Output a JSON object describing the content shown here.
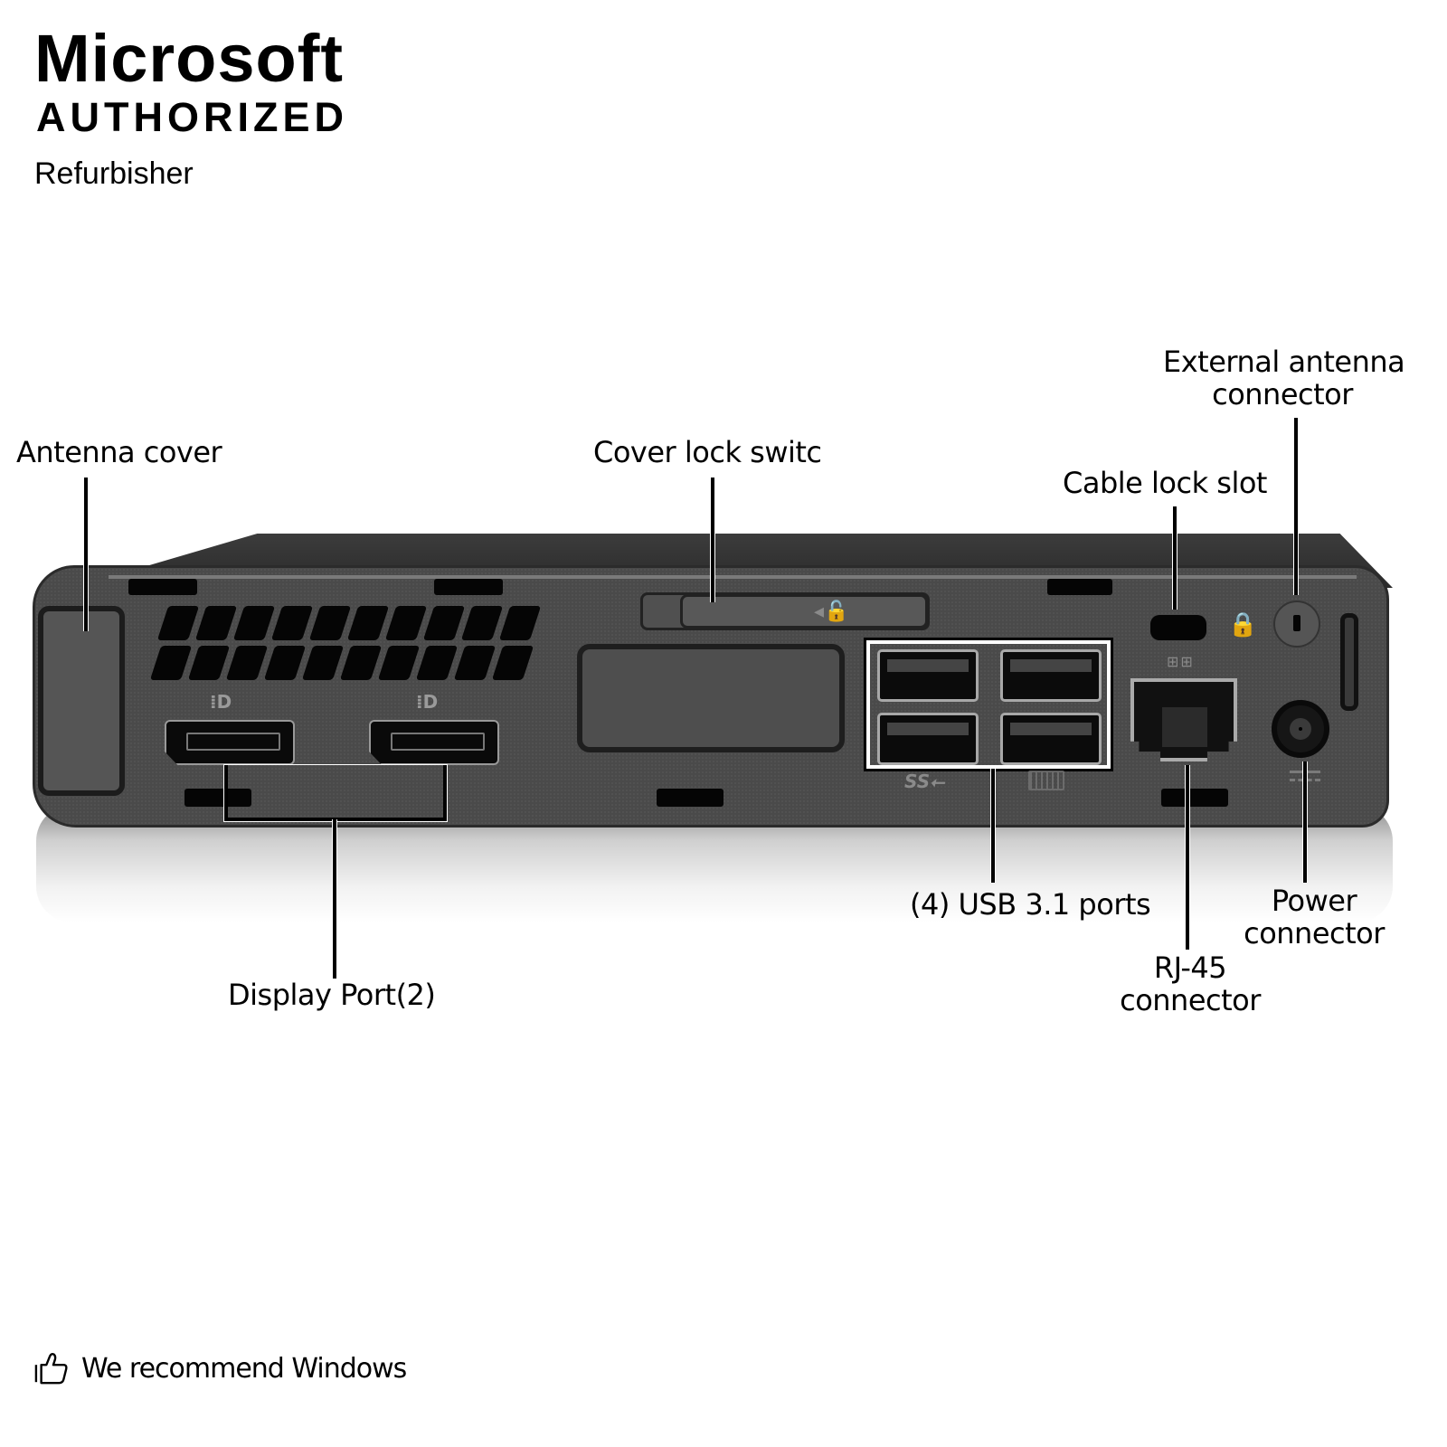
{
  "branding": {
    "line1": "Microsoft",
    "line2": "AUTHORIZED",
    "line3": "Refurbisher"
  },
  "device": {
    "color": "#4a4a4a",
    "icons": {
      "displayport": "displayport-icon",
      "unlock": "unlock-icon",
      "superspeed_usb": "ss-usb-icon",
      "keyboard": "keyboard-icon",
      "lock": "lock-icon",
      "network": "network-icon",
      "dc_power": "dc-power-icon"
    },
    "glyphs": {
      "displayport": "⁞D",
      "unlock": "◂🔓",
      "superspeed_usb": "SS⭠",
      "lock": "🔒",
      "network": "⊞⊞"
    }
  },
  "callouts": {
    "antenna_cover": "Antenna cover",
    "cover_lock_switch": "Cover lock switc",
    "cable_lock_slot": "Cable lock slot",
    "external_antenna_line1": "External antenna",
    "external_antenna_line2": "connector",
    "usb_ports": "(4) USB 3.1 ports",
    "power_line1": "Power",
    "power_line2": "connector",
    "rj45_line1": "RJ-45",
    "rj45_line2": "connector",
    "display_port": "Display Port(2)"
  },
  "footer": {
    "icon": "thumbs-up-icon",
    "text": "We recommend Windows"
  }
}
